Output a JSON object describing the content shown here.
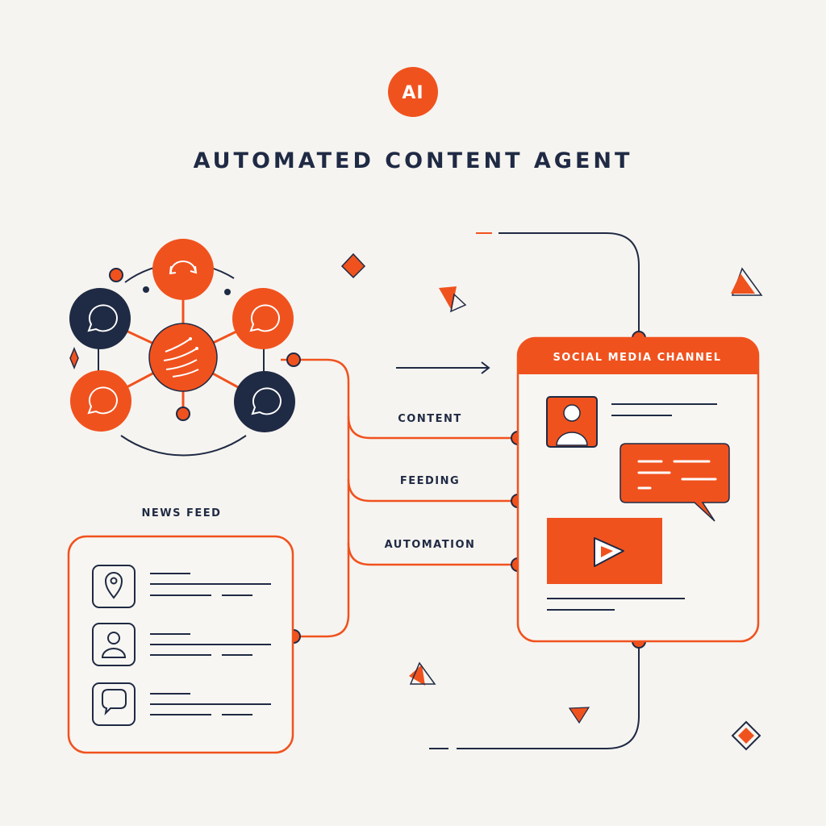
{
  "badge": {
    "text": "AI"
  },
  "title": "AUTOMATED CONTENT AGENT",
  "news_feed": {
    "label": "NEWS FEED"
  },
  "social_channel": {
    "label": "SOCIAL MEDIA CHANNEL"
  },
  "connectors": [
    {
      "label": "CONTENT"
    },
    {
      "label": "FEEDING"
    },
    {
      "label": "AUTOMATION"
    }
  ],
  "colors": {
    "accent": "#f0521e",
    "navy": "#1f2a44",
    "background": "#f6f4f0",
    "card": "#ffffff"
  },
  "icons": {
    "hub_center": "ai-brain-icon",
    "hub_nodes": [
      "refresh-icon",
      "chat-bubble-icon",
      "chat-bubble-icon",
      "chat-bubble-icon",
      "chat-bubble-icon"
    ],
    "feed_items": [
      "location-pin-icon",
      "user-icon",
      "chat-bubble-icon"
    ],
    "channel": [
      "user-avatar-icon",
      "message-bubble-icon",
      "video-play-icon"
    ]
  }
}
